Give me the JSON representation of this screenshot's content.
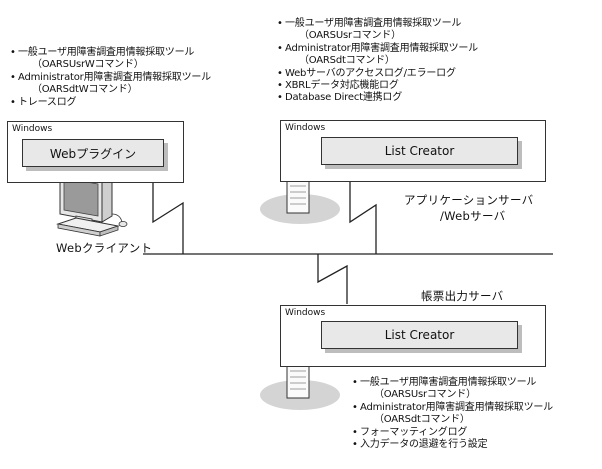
{
  "client_notes": [
    {
      "text": "一般ユーザ用障害調査用情報採取ツール",
      "sub": false
    },
    {
      "text": "（OARSUsrWコマンド）",
      "sub": true
    },
    {
      "text": "Administrator用障害調査用情報採取ツール",
      "sub": false
    },
    {
      "text": "（OARSdtWコマンド）",
      "sub": true
    },
    {
      "text": "トレースログ",
      "sub": false
    }
  ],
  "client": {
    "os_label": "Windows",
    "plugin_label": "Webプラグイン",
    "caption": "Webクライアント"
  },
  "appserver_notes": [
    {
      "text": "一般ユーザ用障害調査用情報採取ツール",
      "sub": false
    },
    {
      "text": "（OARSUsrコマンド）",
      "sub": true
    },
    {
      "text": "Administrator用障害調査用情報採取ツール",
      "sub": false
    },
    {
      "text": "（OARSdtコマンド）",
      "sub": true
    },
    {
      "text": "Webサーバのアクセスログ/エラーログ",
      "sub": false
    },
    {
      "text": "XBRLデータ対応機能ログ",
      "sub": false
    },
    {
      "text": "Database Direct連携ログ",
      "sub": false
    }
  ],
  "appserver": {
    "os_label": "Windows",
    "product_label": "List Creator",
    "caption_line1": "アプリケーションサーバ",
    "caption_line2": "/Webサーバ"
  },
  "formserver": {
    "caption": "帳票出力サーバ",
    "os_label": "Windows",
    "product_label": "List Creator"
  },
  "formserver_notes": [
    {
      "text": "一般ユーザ用障害調査用情報採取ツール",
      "sub": false
    },
    {
      "text": "（OARSUsrコマンド）",
      "sub": true
    },
    {
      "text": "Administrator用障害調査用情報採取ツール",
      "sub": false
    },
    {
      "text": "（OARSdtコマンド）",
      "sub": true
    },
    {
      "text": "フォーマッティングログ",
      "sub": false
    },
    {
      "text": "入力データの退避を行う設定",
      "sub": false
    }
  ]
}
